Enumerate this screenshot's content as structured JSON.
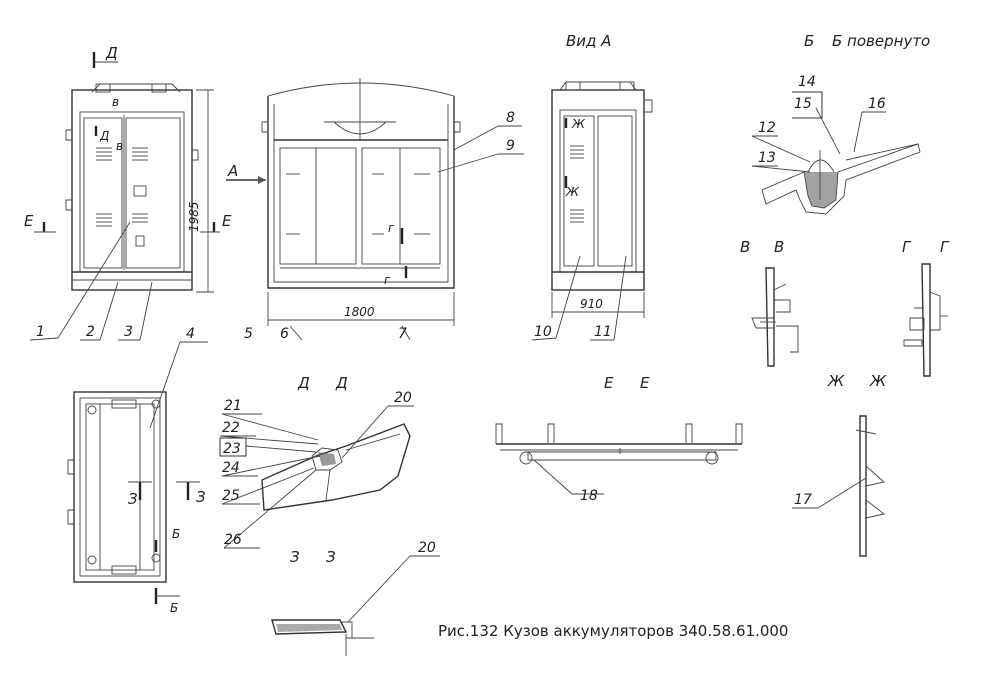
{
  "drawing": {
    "caption": "Рис.132 Кузов аккумуляторов 340.58.61.000",
    "view_labels": {
      "view_a": "Вид А",
      "section_bb_b1": "Б",
      "section_bb_b2": "Б повернуто",
      "section_vv_1": "В",
      "section_vv_2": "В",
      "section_gg_1": "Г",
      "section_gg_2": "Г",
      "section_dd_1": "Д",
      "section_dd_2": "Д",
      "section_ee_1": "Е",
      "section_ee_2": "Е",
      "section_zhzh_1": "Ж",
      "section_zhzh_2": "Ж",
      "section_zz_1": "З",
      "section_zz_2": "З"
    },
    "cut_marks": {
      "d_top": "Д",
      "d_small": "Д",
      "v_small": "в",
      "v_small2": "в",
      "e_left": "Е",
      "e_right": "Е",
      "arrow_a": "А",
      "g1": "г",
      "g2": "г",
      "zh1": "Ж",
      "zh2": "Ж",
      "z_left": "З",
      "z_right": "З",
      "b_mark": "Б",
      "b_mark2": "Б"
    },
    "dimensions": {
      "height": "1985",
      "width": "1800",
      "side_width": "910"
    },
    "leaders": [
      "1",
      "2",
      "3",
      "4",
      "5",
      "6",
      "7",
      "8",
      "9",
      "10",
      "11",
      "12",
      "13",
      "14",
      "15",
      "16",
      "17",
      "18",
      "20",
      "21",
      "22",
      "23",
      "24",
      "25",
      "26",
      "20"
    ]
  }
}
